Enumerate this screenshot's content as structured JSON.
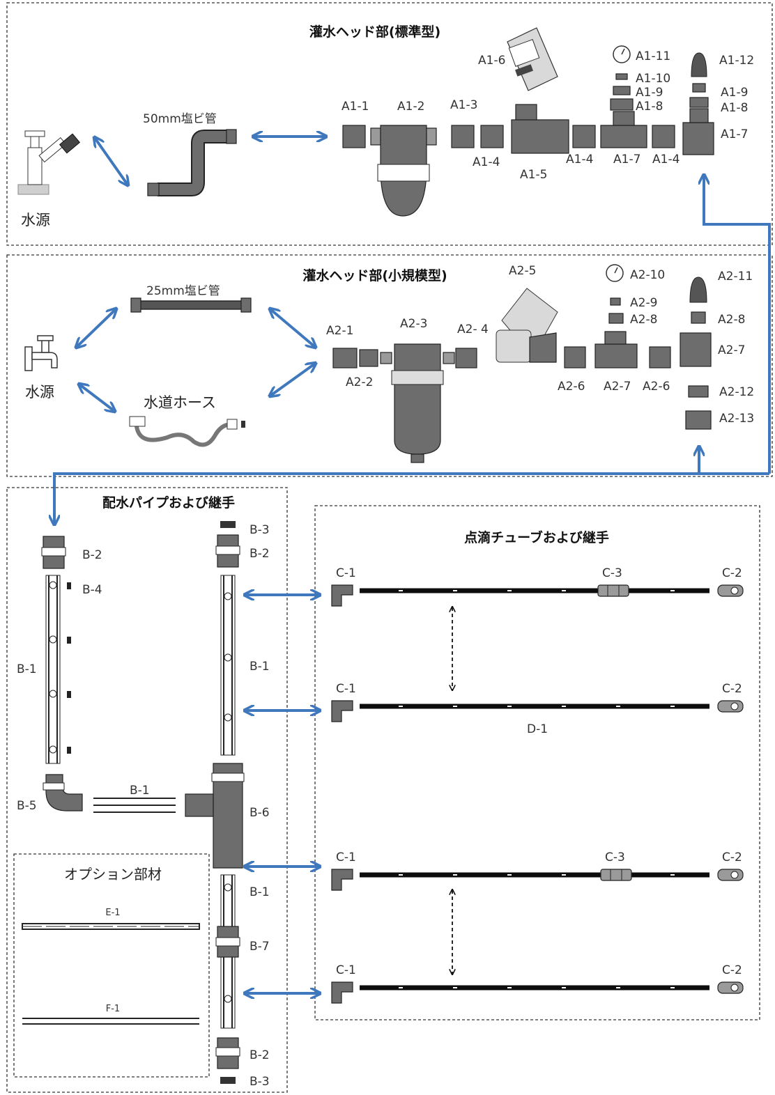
{
  "sections": {
    "standard": {
      "title": "灌水ヘッド部(標準型)",
      "water_source": "水源",
      "pipe_label": "50mm塩ビ管",
      "parts": {
        "a1_1": "A1-1",
        "a1_2": "A1-2",
        "a1_3": "A1-3",
        "a1_4a": "A1-4",
        "a1_5": "A1-5",
        "a1_6": "A1-6",
        "a1_4b": "A1-4",
        "a1_7a": "A1-7",
        "a1_4c": "A1-4",
        "a1_11": "A1-11",
        "a1_10": "A1-10",
        "a1_9a": "A1-9",
        "a1_8a": "A1-8",
        "a1_12": "A1-12",
        "a1_9b": "A1-9",
        "a1_8b": "A1-8",
        "a1_7b": "A1-7"
      }
    },
    "small": {
      "title": "灌水ヘッド部(小規模型)",
      "water_source": "水源",
      "pipe_label": "25mm塩ビ管",
      "hose_label": "水道ホース",
      "parts": {
        "a2_1": "A2-1",
        "a2_2": "A2-2",
        "a2_3": "A2-3",
        "a2_4": "A2- 4",
        "a2_5": "A2-5",
        "a2_6a": "A2-6",
        "a2_7a": "A2-7",
        "a2_6b": "A2-6",
        "a2_10": "A2-10",
        "a2_9": "A2-9",
        "a2_8a": "A2-8",
        "a2_11": "A2-11",
        "a2_8b": "A2-8",
        "a2_7b": "A2-7",
        "a2_12": "A2-12",
        "a2_13": "A2-13"
      }
    },
    "distribution": {
      "title": "配水パイプおよび継手",
      "parts": {
        "b2_left": "B-2",
        "b4": "B-4",
        "b1_left": "B-1",
        "b5": "B-5",
        "b1_horizontal": "B-1",
        "b3_top": "B-3",
        "b2_top": "B-2",
        "b1_right_a": "B-1",
        "b6": "B-6",
        "b1_right_b": "B-1",
        "b7": "B-7",
        "b2_bottom": "B-2",
        "b3_bottom": "B-3"
      }
    },
    "drip": {
      "title": "点滴チューブおよび継手",
      "rows": [
        {
          "start": "C-1",
          "mid": "C-3",
          "end": "C-2"
        },
        {
          "start": "C-1",
          "mid": "",
          "end": "C-2"
        },
        {
          "start": "C-1",
          "mid": "C-3",
          "end": "C-2"
        },
        {
          "start": "C-1",
          "mid": "",
          "end": "C-2"
        }
      ],
      "tube_label": "D-1"
    },
    "options": {
      "title": "オプション部材",
      "e1": "E-1",
      "f1": "F-1"
    }
  },
  "colors": {
    "arrow_blue": "#3f78bd",
    "part_gray": "#6d6d6d",
    "tube_black": "#0d0d0d"
  }
}
